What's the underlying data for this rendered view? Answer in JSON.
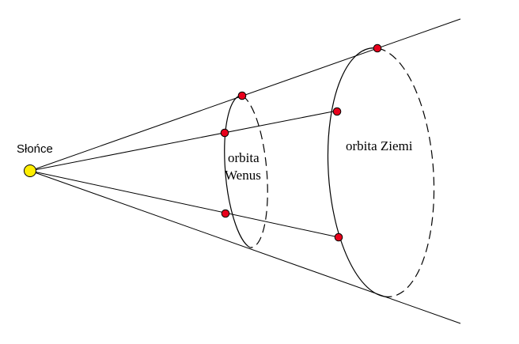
{
  "labels": {
    "sun": "Słońce",
    "venus_orbit_line1": "orbita",
    "venus_orbit_line2": "Wenus",
    "earth_orbit": "orbita Ziemi"
  },
  "colors": {
    "sun_fill": "#ffee00",
    "planet_fill": "#e8001c",
    "line": "#000000",
    "background": "#ffffff"
  }
}
